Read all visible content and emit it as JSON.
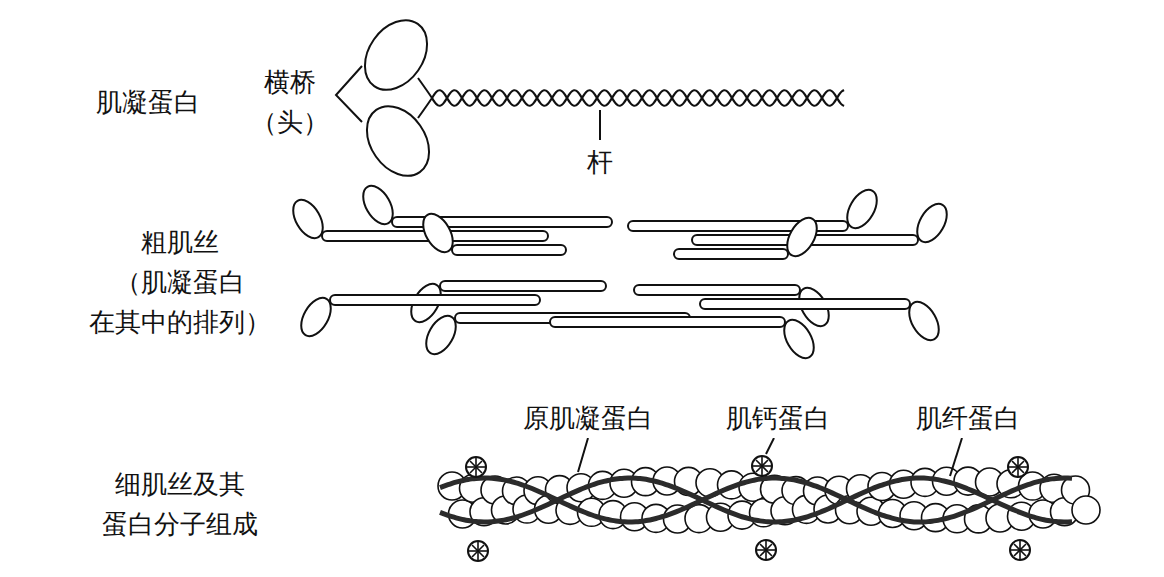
{
  "diagram": {
    "labels": [
      "肌凝蛋白",
      "横桥 （头）",
      "杆",
      "粗肌丝 （肌凝蛋白 在其中的排列）",
      "原肌凝蛋白",
      "肌钙蛋白",
      "肌纤蛋白",
      "细肌丝及其 蛋白分子组成"
    ]
  }
}
